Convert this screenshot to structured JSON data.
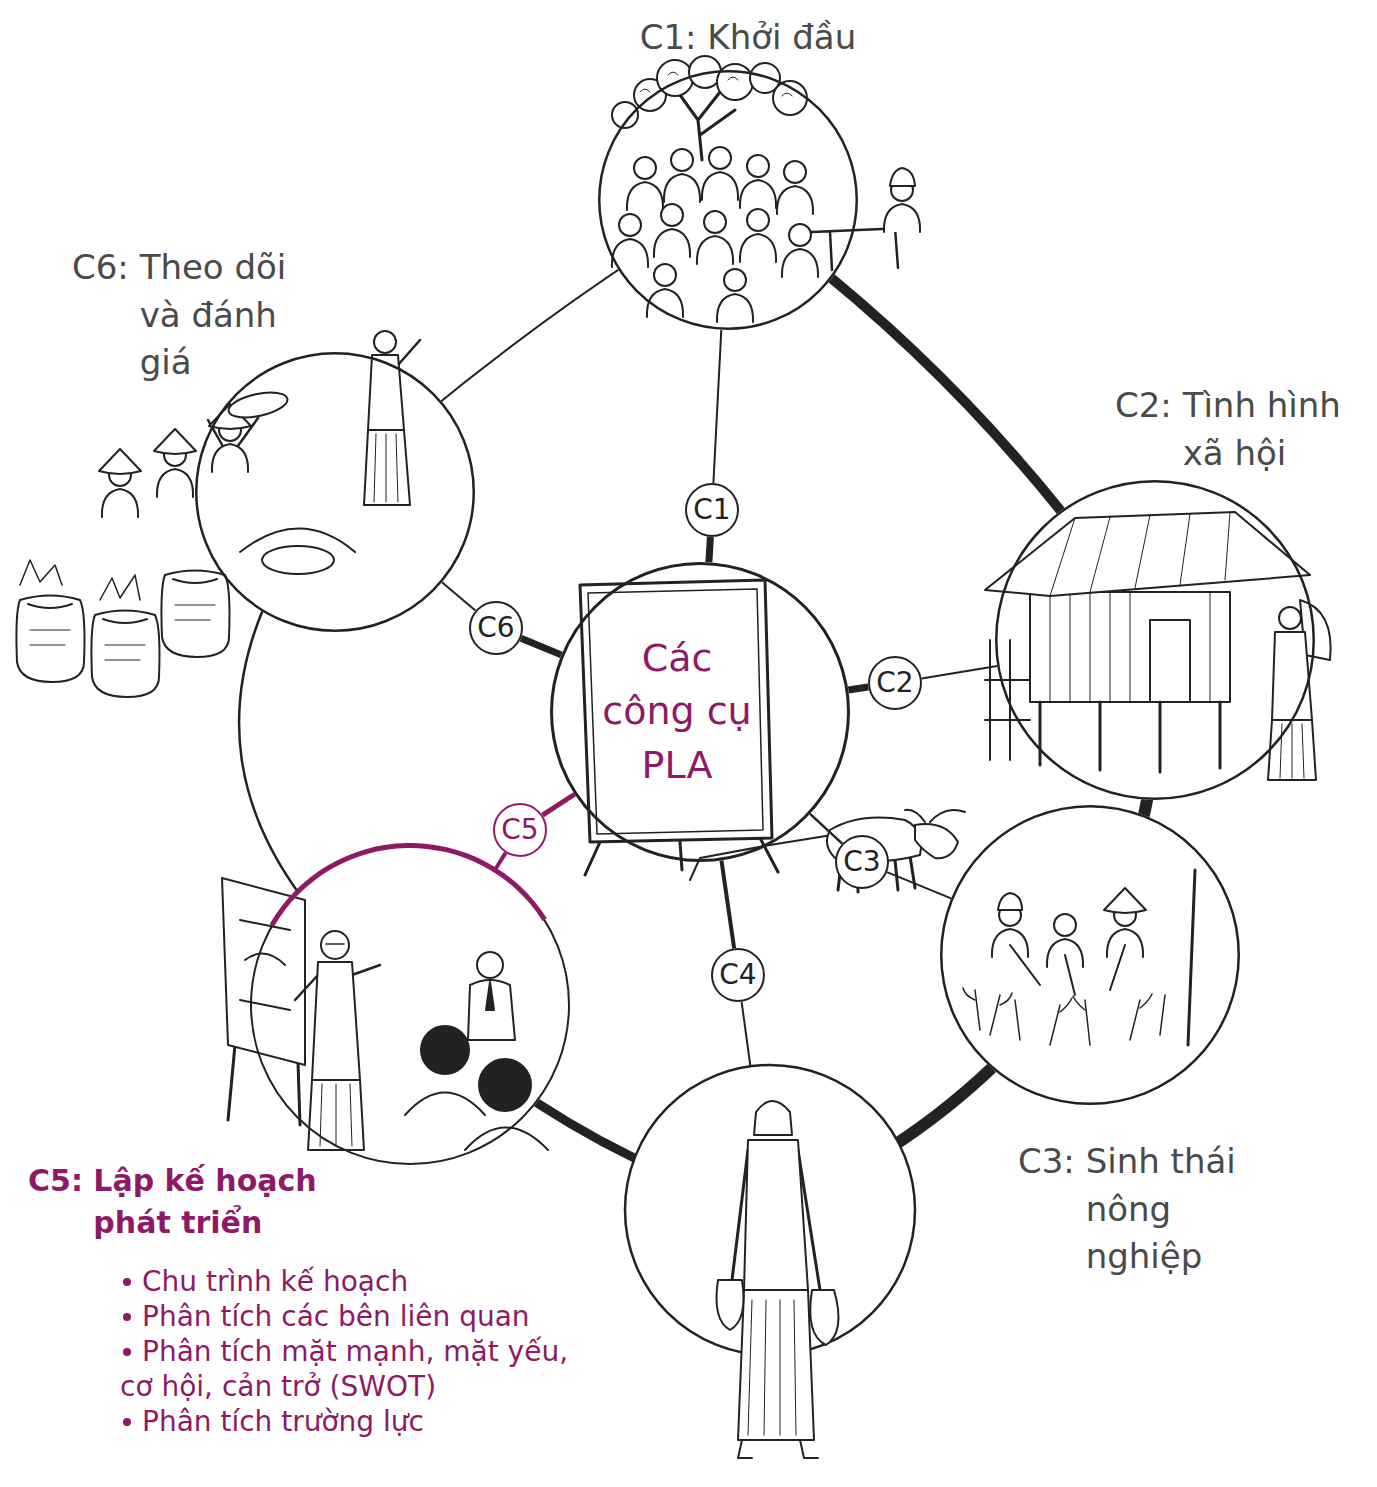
{
  "diagram": {
    "nodes": [
      {
        "text": [
          "Các công cụ PLA"
        ]
      },
      {
        "text": [
          "C1"
        ]
      },
      {
        "text": [
          "C2"
        ]
      },
      {
        "text": [
          "C3"
        ]
      },
      {
        "text": [
          "C4"
        ]
      },
      {
        "text": [
          "C5"
        ]
      },
      {
        "text": [
          "C6"
        ]
      },
      {
        "text": [
          "C1: Khởi đầu"
        ]
      },
      {
        "text": [
          "C2: Tình hình xã hội"
        ]
      },
      {
        "text": [
          "C3: Sinh thái nông nghiệp"
        ]
      },
      {
        "text": [
          "C5: Lập kế hoạch phát triển",
          "Chu trình kế hoạch",
          "Phân tích các bên liên quan",
          "Phân tích mặt mạnh, mặt yếu, cơ hội, cản trở (SWOT)",
          "Phân tích trường lực"
        ]
      },
      {
        "text": [
          "C6: Theo dõi và đánh giá"
        ]
      }
    ],
    "edges": [
      {
        "from": 0,
        "to": 1,
        "arrow": "none"
      },
      {
        "from": 1,
        "to": 7,
        "arrow": "none"
      },
      {
        "from": 0,
        "to": 2,
        "arrow": "none"
      },
      {
        "from": 2,
        "to": 8,
        "arrow": "none"
      },
      {
        "from": 0,
        "to": 3,
        "arrow": "none"
      },
      {
        "from": 3,
        "to": 9,
        "arrow": "none"
      },
      {
        "from": 0,
        "to": 4,
        "arrow": "none"
      },
      {
        "from": 0,
        "to": 5,
        "arrow": "none"
      },
      {
        "from": 5,
        "to": 10,
        "arrow": "none"
      },
      {
        "from": 0,
        "to": 6,
        "arrow": "none"
      },
      {
        "from": 6,
        "to": 11,
        "arrow": "none"
      }
    ]
  }
}
